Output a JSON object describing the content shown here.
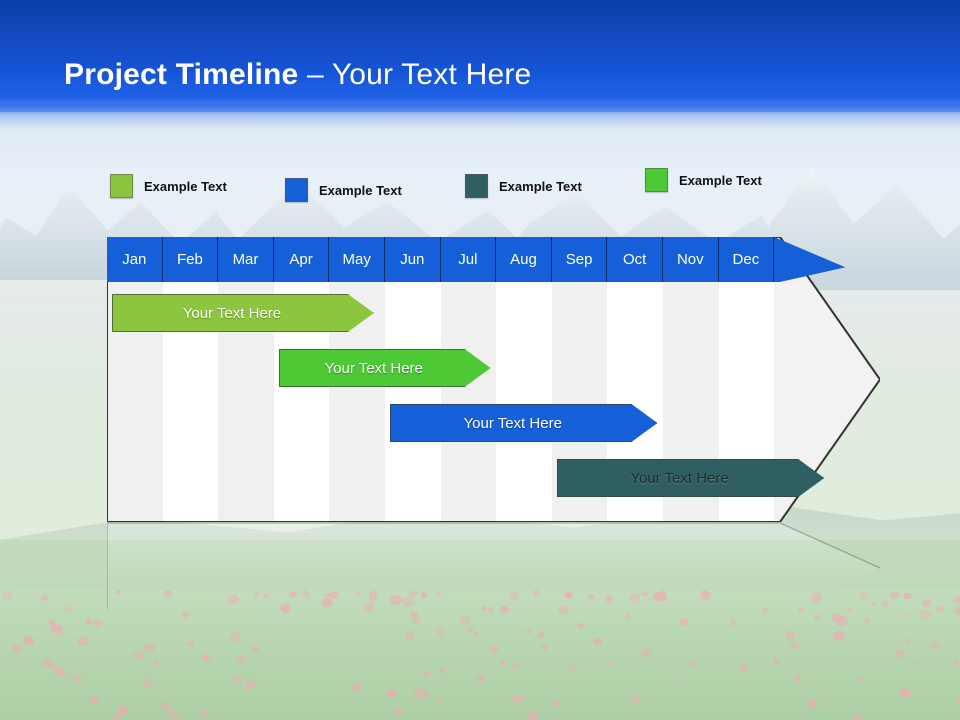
{
  "slide": {
    "title_bold": "Project Timeline",
    "title_rest": " – Your Text Here",
    "banner_color": "#1553d6"
  },
  "legend": {
    "items": [
      {
        "label": "Example Text",
        "color": "#8cc63e",
        "icon": "legend-swatch-icon"
      },
      {
        "label": "Example Text",
        "color": "#1560d8",
        "icon": "legend-swatch-icon"
      },
      {
        "label": "Example Text",
        "color": "#2f5f62",
        "icon": "legend-swatch-icon"
      },
      {
        "label": "Example Text",
        "color": "#4cc935",
        "icon": "legend-swatch-icon"
      }
    ]
  },
  "chart_data": {
    "type": "bar",
    "title": "Project Timeline",
    "xlabel": "",
    "ylabel": "",
    "categories": [
      "Jan",
      "Feb",
      "Mar",
      "Apr",
      "May",
      "Jun",
      "Jul",
      "Aug",
      "Sep",
      "Oct",
      "Nov",
      "Dec"
    ],
    "series": [
      {
        "name": "Your  Text Here",
        "start_month": "Jan",
        "end_month": "Apr",
        "start_index": 0,
        "end_index": 3.8,
        "color": "#8cc63e",
        "text_color": "#ffffff"
      },
      {
        "name": "Your  Text Here",
        "start_month": "Mar",
        "end_month": "Jun",
        "start_index": 3.0,
        "end_index": 5.9,
        "color": "#4cc935",
        "text_color": "#ffffff"
      },
      {
        "name": "Your  Text Here",
        "start_month": "May",
        "end_month": "Sep",
        "start_index": 5.0,
        "end_index": 8.9,
        "color": "#1560d8",
        "text_color": "#ffffff"
      },
      {
        "name": "Your  Text Here",
        "start_month": "Aug",
        "end_month": "Dec",
        "start_index": 8.0,
        "end_index": 11.9,
        "color": "#2f5f62",
        "text_color": "#1b2a2c"
      }
    ],
    "grid": true,
    "legend_position": "top"
  },
  "months": [
    {
      "label": "Jan"
    },
    {
      "label": "Feb"
    },
    {
      "label": "Mar"
    },
    {
      "label": "Apr"
    },
    {
      "label": "May"
    },
    {
      "label": "Jun"
    },
    {
      "label": "Jul"
    },
    {
      "label": "Aug"
    },
    {
      "label": "Sep"
    },
    {
      "label": "Oct"
    },
    {
      "label": "Nov"
    },
    {
      "label": "Dec"
    }
  ]
}
